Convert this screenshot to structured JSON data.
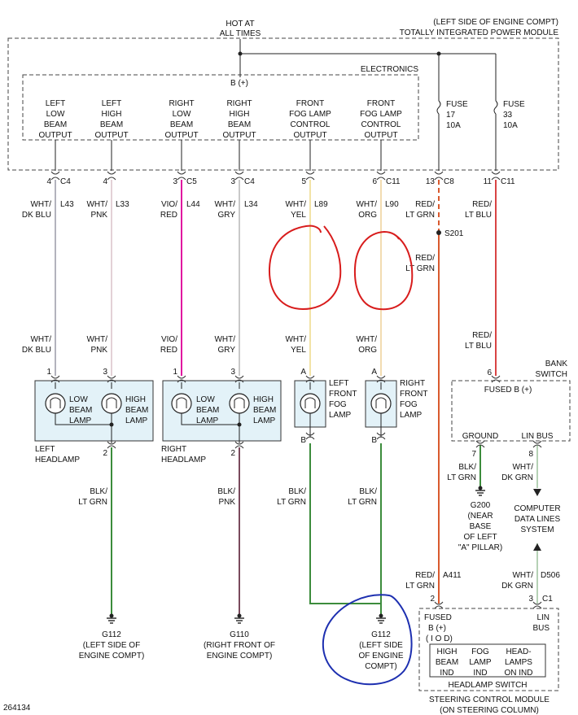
{
  "colors": {
    "module_fill": "#e3f2f8",
    "wht_dk_blu": "#b3b3bd",
    "wht_pnk": "#e3d1d6",
    "vio_red": "#e0119f",
    "wht_gry": "#c9c9c9",
    "wht_yel": "#f2e3a6",
    "wht_org": "#f2dcb1",
    "red_lt_grn": "#d95a2e",
    "red_lt_blu": "#d94444",
    "blk_lt_grn": "#3c8c3c",
    "blk_pnk": "#7a4a5c",
    "wht_dk_grn": "#b5d1b5",
    "annotation_red": "#d81c1c",
    "annotation_blue": "#1d2fb0"
  },
  "header": {
    "hot_line1": "HOT AT",
    "hot_line2": "ALL TIMES",
    "module_loc": "(LEFT SIDE OF ENGINE COMPT)",
    "module_name": "TOTALLY INTEGRATED POWER MODULE",
    "electronics": "ELECTRONICS",
    "bplus": "B (+)"
  },
  "outputs": [
    {
      "l1": "LEFT",
      "l2": "LOW",
      "l3": "BEAM",
      "l4": "OUTPUT",
      "pin": "4",
      "conn": "C4",
      "color1": "WHT/",
      "color2": "DK BLU",
      "circuit": "L43"
    },
    {
      "l1": "LEFT",
      "l2": "HIGH",
      "l3": "BEAM",
      "l4": "OUTPUT",
      "pin": "4",
      "conn": "",
      "color1": "WHT/",
      "color2": "PNK",
      "circuit": "L33"
    },
    {
      "l1": "RIGHT",
      "l2": "LOW",
      "l3": "BEAM",
      "l4": "OUTPUT",
      "pin": "3",
      "conn": "C5",
      "color1": "VIO/",
      "color2": "RED",
      "circuit": "L44"
    },
    {
      "l1": "RIGHT",
      "l2": "HIGH",
      "l3": "BEAM",
      "l4": "OUTPUT",
      "pin": "3",
      "conn": "C4",
      "color1": "WHT/",
      "color2": "GRY",
      "circuit": "L34"
    },
    {
      "l1": "FRONT",
      "l2": "FOG LAMP",
      "l3": "CONTROL",
      "l4": "OUTPUT",
      "pin": "5",
      "conn": "",
      "color1": "WHT/",
      "color2": "YEL",
      "circuit": "L89"
    },
    {
      "l1": "FRONT",
      "l2": "FOG LAMP",
      "l3": "CONTROL",
      "l4": "OUTPUT",
      "pin": "6",
      "conn": "C11",
      "color1": "WHT/",
      "color2": "ORG",
      "circuit": "L90"
    }
  ],
  "fuses": [
    {
      "l1": "FUSE",
      "l2": "17",
      "l3": "10A",
      "pin": "13",
      "conn": "C8",
      "color1": "RED/",
      "color2": "LT GRN"
    },
    {
      "l1": "FUSE",
      "l2": "33",
      "l3": "10A",
      "pin": "11",
      "conn": "C11",
      "color1": "RED/",
      "color2": "LT BLU"
    }
  ],
  "splice": {
    "name": "S201",
    "color1": "RED/",
    "color2": "LT GRN"
  },
  "lower_wires": [
    {
      "c1": "WHT/",
      "c2": "DK BLU"
    },
    {
      "c1": "WHT/",
      "c2": "PNK"
    },
    {
      "c1": "VIO/",
      "c2": "RED"
    },
    {
      "c1": "WHT/",
      "c2": "GRY"
    },
    {
      "c1": "WHT/",
      "c2": "YEL"
    },
    {
      "c1": "WHT/",
      "c2": "ORG"
    },
    {
      "c1": "RED/",
      "c2": "LT BLU"
    }
  ],
  "left_headlamp": {
    "pin_low": "1",
    "pin_high": "3",
    "pin_out": "2",
    "low_l1": "LOW",
    "low_l2": "BEAM",
    "low_l3": "LAMP",
    "high_l1": "HIGH",
    "high_l2": "BEAM",
    "high_l3": "LAMP",
    "name1": "LEFT",
    "name2": "HEADLAMP"
  },
  "right_headlamp": {
    "pin_low": "1",
    "pin_high": "3",
    "pin_out": "2",
    "low_l1": "LOW",
    "low_l2": "BEAM",
    "low_l3": "LAMP",
    "high_l1": "HIGH",
    "high_l2": "BEAM",
    "high_l3": "LAMP",
    "name1": "RIGHT",
    "name2": "HEADLAMP"
  },
  "left_fog": {
    "pin_in": "A",
    "pin_out": "B",
    "l1": "LEFT",
    "l2": "FRONT",
    "l3": "FOG",
    "l4": "LAMP"
  },
  "right_fog": {
    "pin_in": "A",
    "pin_out": "B",
    "l1": "RIGHT",
    "l2": "FRONT",
    "l3": "FOG",
    "l4": "LAMP"
  },
  "bank_switch": {
    "title1": "BANK",
    "title2": "SWITCH",
    "pin": "6",
    "fused": "FUSED B (+)",
    "ground": "GROUND",
    "linbus": "LIN BUS",
    "pin_gnd": "7",
    "pin_lin": "8"
  },
  "ground_wires": [
    {
      "c1": "BLK/",
      "c2": "LT GRN"
    },
    {
      "c1": "BLK/",
      "c2": "PNK"
    },
    {
      "c1": "BLK/",
      "c2": "LT GRN"
    },
    {
      "c1": "BLK/",
      "c2": "LT GRN"
    }
  ],
  "g200": {
    "c1": "BLK/",
    "c2": "LT GRN",
    "name": "G200",
    "l1": "(NEAR",
    "l2": "BASE",
    "l3": "OF LEFT",
    "l4": "\"A\" PILLAR)"
  },
  "lin_wire": {
    "c1": "WHT/",
    "c2": "DK GRN"
  },
  "computer": {
    "l1": "COMPUTER",
    "l2": "DATA LINES",
    "l3": "SYSTEM"
  },
  "d506": {
    "name": "D506",
    "c1": "WHT/",
    "c2": "DK GRN",
    "pin": "3",
    "conn": "C1"
  },
  "a411": {
    "c1": "RED/",
    "c2": "LT GRN",
    "circuit": "A411",
    "pin": "2"
  },
  "grounds": [
    {
      "name": "G112",
      "l1": "(LEFT SIDE OF",
      "l2": "ENGINE COMPT)"
    },
    {
      "name": "G110",
      "l1": "(RIGHT FRONT OF",
      "l2": "ENGINE COMPT)"
    },
    {
      "name": "G112",
      "l1": "(LEFT SIDE",
      "l2": "OF ENGINE",
      "l3": "COMPT)"
    }
  ],
  "scm": {
    "fused": "FUSED",
    "bplus": "B (+)",
    "iod": "( I O D)",
    "lin": "LIN",
    "bus": "BUS",
    "ind1_l1": "HIGH",
    "ind1_l2": "BEAM",
    "ind1_l3": "IND",
    "ind2_l1": "FOG",
    "ind2_l2": "LAMP",
    "ind2_l3": "IND",
    "ind3_l1": "HEAD-",
    "ind3_l2": "LAMPS",
    "ind3_l3": "ON IND",
    "switch": "HEADLAMP SWITCH",
    "name1": "STEERING CONTROL MODULE",
    "name2": "(ON STEERING COLUMN)"
  },
  "figure_id": "264134"
}
